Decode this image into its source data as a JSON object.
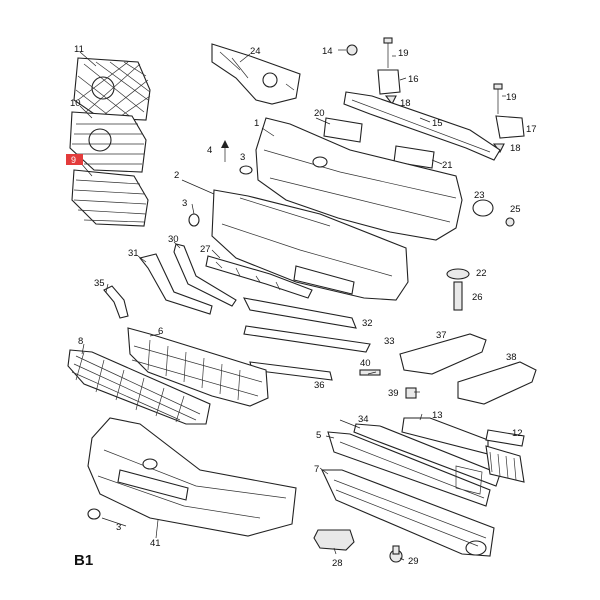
{
  "sheet_label": "B1",
  "highlight_color": "#e33b3b",
  "callouts": {
    "c11": "11",
    "c10": "10",
    "c9": "9",
    "c24": "24",
    "c14": "14",
    "c19a": "19",
    "c16": "16",
    "c18a": "18",
    "c19b": "19",
    "c17": "17",
    "c18b": "18",
    "c15": "15",
    "c20": "20",
    "c21": "21",
    "c1": "1",
    "c4": "4",
    "c3a": "3",
    "c2": "2",
    "c3b": "3",
    "c23": "23",
    "c25": "25",
    "c30": "30",
    "c27": "27",
    "c31": "31",
    "c22": "22",
    "c35": "35",
    "c26": "26",
    "c32": "32",
    "c6": "6",
    "c33": "33",
    "c37": "37",
    "c8": "8",
    "c40": "40",
    "c38": "38",
    "c36": "36",
    "c39": "39",
    "c34": "34",
    "c13": "13",
    "c5": "5",
    "c12": "12",
    "c7": "7",
    "c3c": "3",
    "c41": "41",
    "c28": "28",
    "c29": "29"
  }
}
